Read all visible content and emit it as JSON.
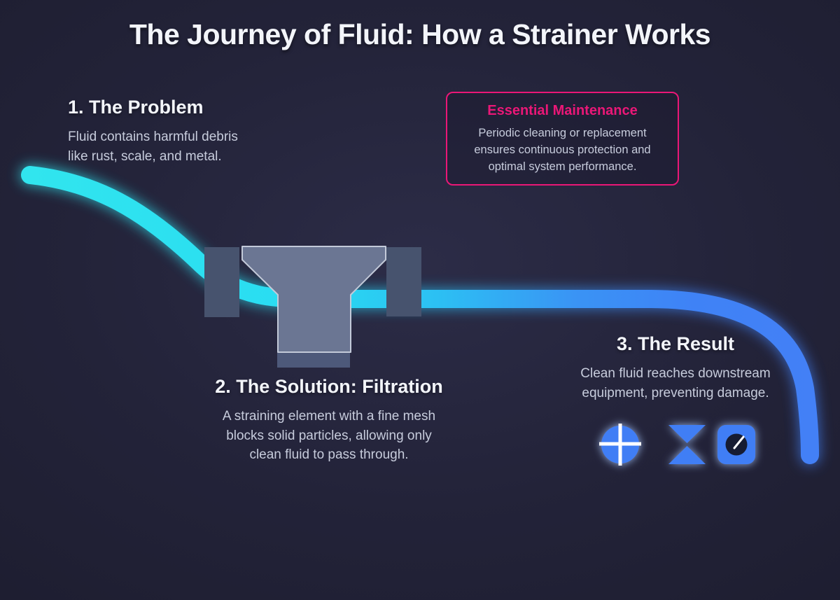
{
  "title": "The Journey of Fluid: How a Strainer Works",
  "sections": {
    "problem": {
      "heading": "1. The Problem",
      "body": "Fluid contains harmful debris\nlike rust, scale, and metal."
    },
    "solution": {
      "heading": "2. The Solution: Filtration",
      "body": "A straining element with a fine mesh\nblocks solid particles, allowing only\nclean fluid to pass through."
    },
    "result": {
      "heading": "3. The Result",
      "body": "Clean fluid reaches downstream\nequipment, preventing damage."
    }
  },
  "maintenance": {
    "heading": "Essential Maintenance",
    "body": "Periodic cleaning or replacement\nensures continuous protection and\noptimal system performance."
  },
  "result_icons": [
    "pump-icon",
    "valve-icon",
    "gauge-icon"
  ],
  "colors": {
    "background-center": "#2c2c47",
    "background-edge": "#1e1e31",
    "heading": "#f3f5fa",
    "body-text": "#c7ccdc",
    "accent-pink": "#ea1777",
    "pipe-dirty-cyan": "#31e5ee",
    "pipe-clean-blue": "#3f82f6",
    "strainer-funnel": "#6b7693",
    "strainer-flange": "#47536e",
    "icon-blue": "#3f7ef5"
  }
}
